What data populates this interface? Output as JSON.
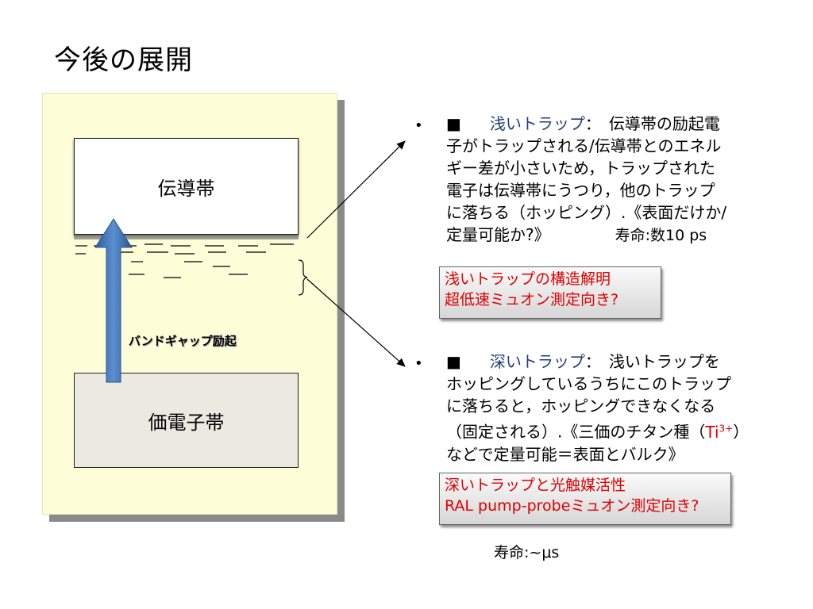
{
  "title": "今後の展開",
  "diagram": {
    "conduction_band": "伝導帯",
    "valence_band": "価電子帯",
    "excitation_label": "バンドギャップ励起"
  },
  "shallow": {
    "marker": "■",
    "name": "浅いトラップ",
    "sep": "：",
    "lines": [
      "伝導帯の励起電",
      "子がトラップされる/伝導帯とのエネル",
      "ギー差が小さいため，トラップされた",
      "電子は伝導帯にうつり，他のトラップ",
      "に落ちる（ホッピング）.《表面だけか/",
      "定量可能か?》"
    ],
    "lifetime": "寿命:数10 ps",
    "callout": [
      "浅いトラップの構造解明",
      "超低速ミュオン測定向き?"
    ]
  },
  "deep": {
    "marker": "■",
    "name": "深いトラップ",
    "sep": "：",
    "lines": [
      "浅いトラップを",
      "ホッピングしているうちにこのトラップ",
      "に落ちると，ホッピングできなくなる",
      "（固定される）.《三価のチタン種（",
      "などで定量可能＝表面とバルク》"
    ],
    "ti": "Ti",
    "ti_sup": "3+",
    "paren_close": "）",
    "callout": [
      "深いトラップと光触媒活性",
      "RAL pump-probeミュオン測定向き?"
    ],
    "lifetime": "寿命:~μs"
  }
}
